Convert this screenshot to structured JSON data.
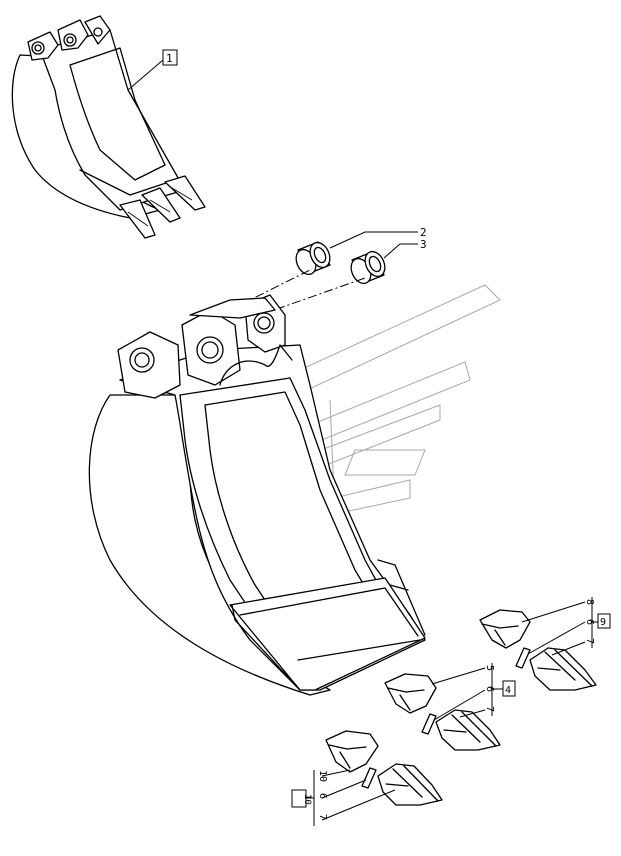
{
  "callouts": {
    "c1": "1",
    "c2": "2",
    "c3": "3",
    "g1_top": "8",
    "g1_mid": "6",
    "g1_bot": "7",
    "g1_ref": "9",
    "g2_top": "5",
    "g2_mid": "6",
    "g2_bot": "7",
    "g2_ref": "4",
    "g3_top": "10",
    "g3_mid": "6",
    "g3_bot": "7",
    "g3_ref": "10"
  },
  "colors": {
    "line": "#000000",
    "watermark": "#a8a8a8",
    "background": "#ffffff"
  },
  "icons": {
    "bucket_small": "bucket-overview-icon",
    "bucket_large": "bucket-exploded-icon",
    "bushing": "bushing-icon",
    "tooth_adapter": "tooth-adapter-icon",
    "tooth_tip": "tooth-tip-icon",
    "retaining_pin": "retaining-pin-icon"
  }
}
